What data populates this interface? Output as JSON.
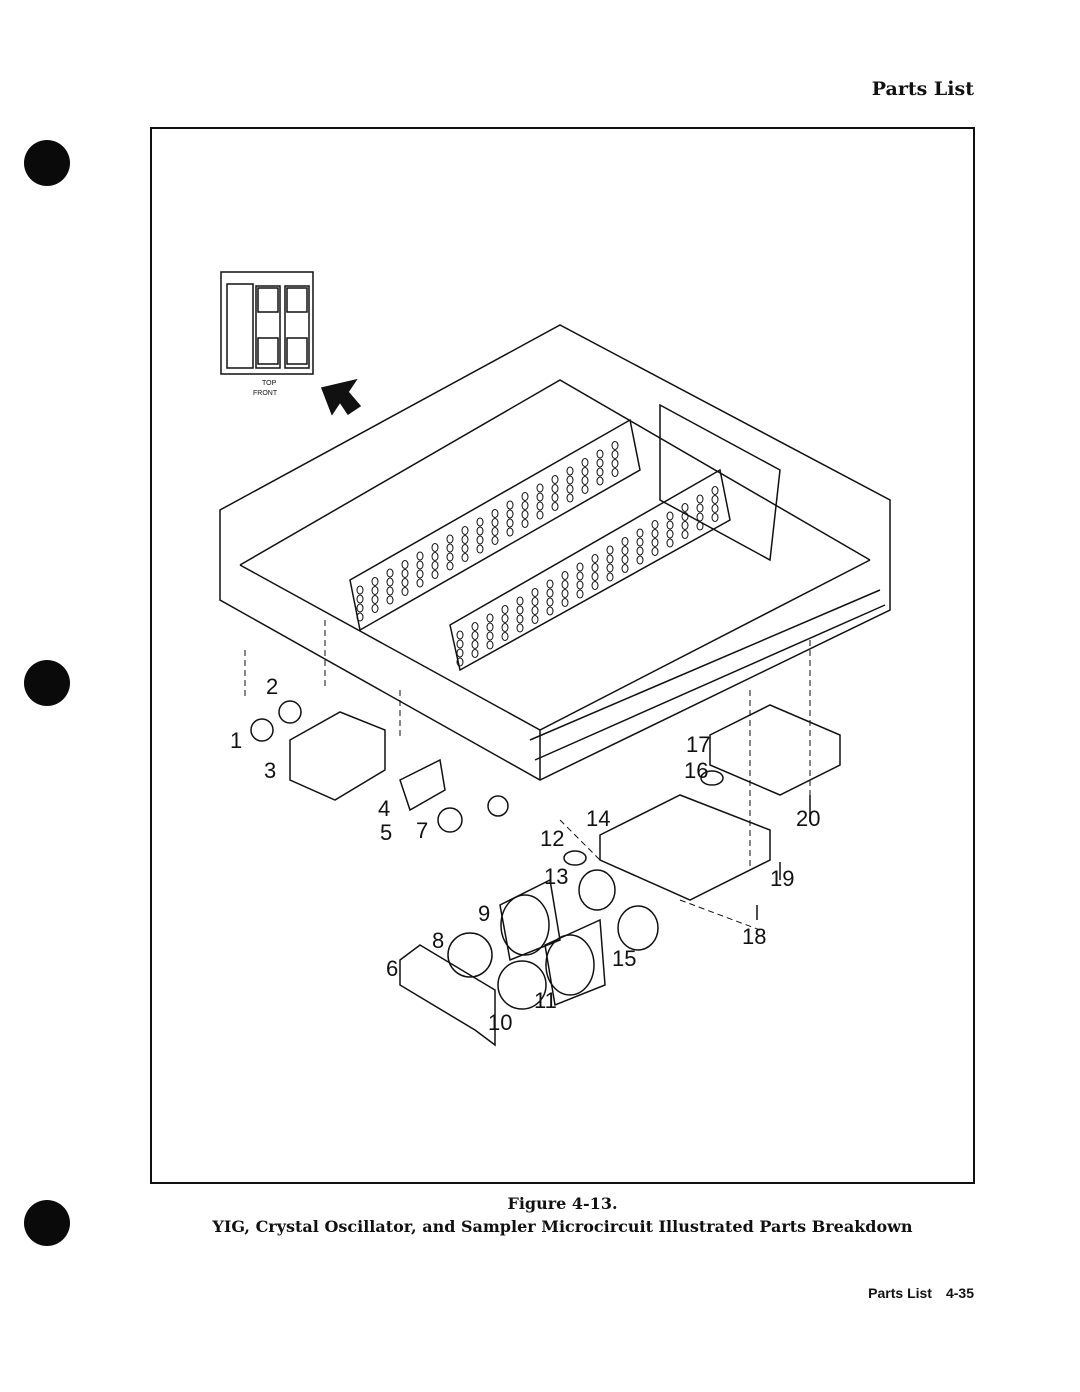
{
  "header": {
    "title": "Parts List"
  },
  "figure": {
    "inset": {
      "top_label": "TOP",
      "front_label": "FRONT"
    },
    "callouts": [
      "1",
      "2",
      "3",
      "4",
      "5",
      "6",
      "7",
      "8",
      "9",
      "10",
      "11",
      "12",
      "13",
      "14",
      "15",
      "16",
      "17",
      "18",
      "19",
      "20"
    ],
    "number": "Figure 4-13.",
    "title": "YIG, Crystal Oscillator, and Sampler Microcircuit Illustrated Parts Breakdown"
  },
  "footer": {
    "section": "Parts List",
    "page": "4-35"
  }
}
